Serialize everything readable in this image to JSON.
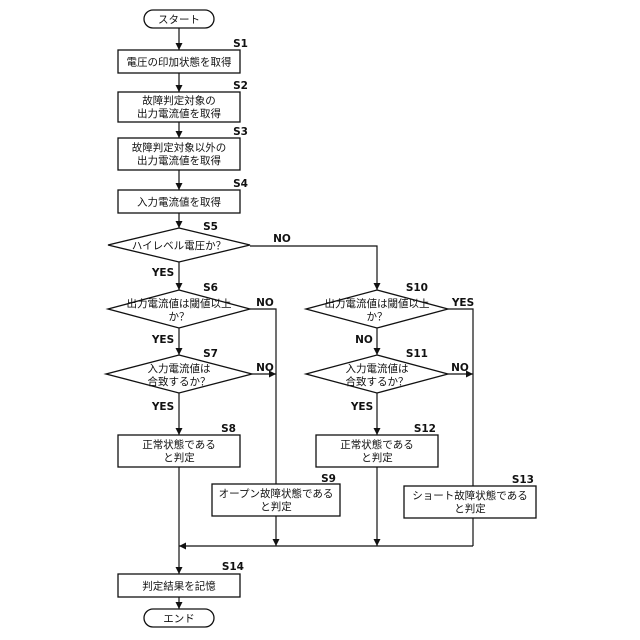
{
  "start": "スタート",
  "end": "エンド",
  "steps": {
    "s1": {
      "id": "S1",
      "lines": [
        "電圧の印加状態を取得"
      ]
    },
    "s2": {
      "id": "S2",
      "lines": [
        "故障判定対象の",
        "出力電流値を取得"
      ]
    },
    "s3": {
      "id": "S3",
      "lines": [
        "故障判定対象以外の",
        "出力電流値を取得"
      ]
    },
    "s4": {
      "id": "S4",
      "lines": [
        "入力電流値を取得"
      ]
    },
    "s5": {
      "id": "S5",
      "lines": [
        "ハイレベル電圧か？"
      ]
    },
    "s6": {
      "id": "S6",
      "lines": [
        "出力電流値は閾値以上",
        "か？"
      ]
    },
    "s7": {
      "id": "S7",
      "lines": [
        "入力電流値は",
        "合致するか？"
      ]
    },
    "s8": {
      "id": "S8",
      "lines": [
        "正常状態である",
        "と判定"
      ]
    },
    "s9": {
      "id": "S9",
      "lines": [
        "オープン故障状態である",
        "と判定"
      ]
    },
    "s10": {
      "id": "S10",
      "lines": [
        "出力電流値は閾値以上",
        "か？"
      ]
    },
    "s11": {
      "id": "S11",
      "lines": [
        "入力電流値は",
        "合致するか？"
      ]
    },
    "s12": {
      "id": "S12",
      "lines": [
        "正常状態である",
        "と判定"
      ]
    },
    "s13": {
      "id": "S13",
      "lines": [
        "ショート故障状態である",
        "と判定"
      ]
    },
    "s14": {
      "id": "S14",
      "lines": [
        "判定結果を記憶"
      ]
    }
  },
  "branch": {
    "yes": "YES",
    "no": "NO"
  }
}
